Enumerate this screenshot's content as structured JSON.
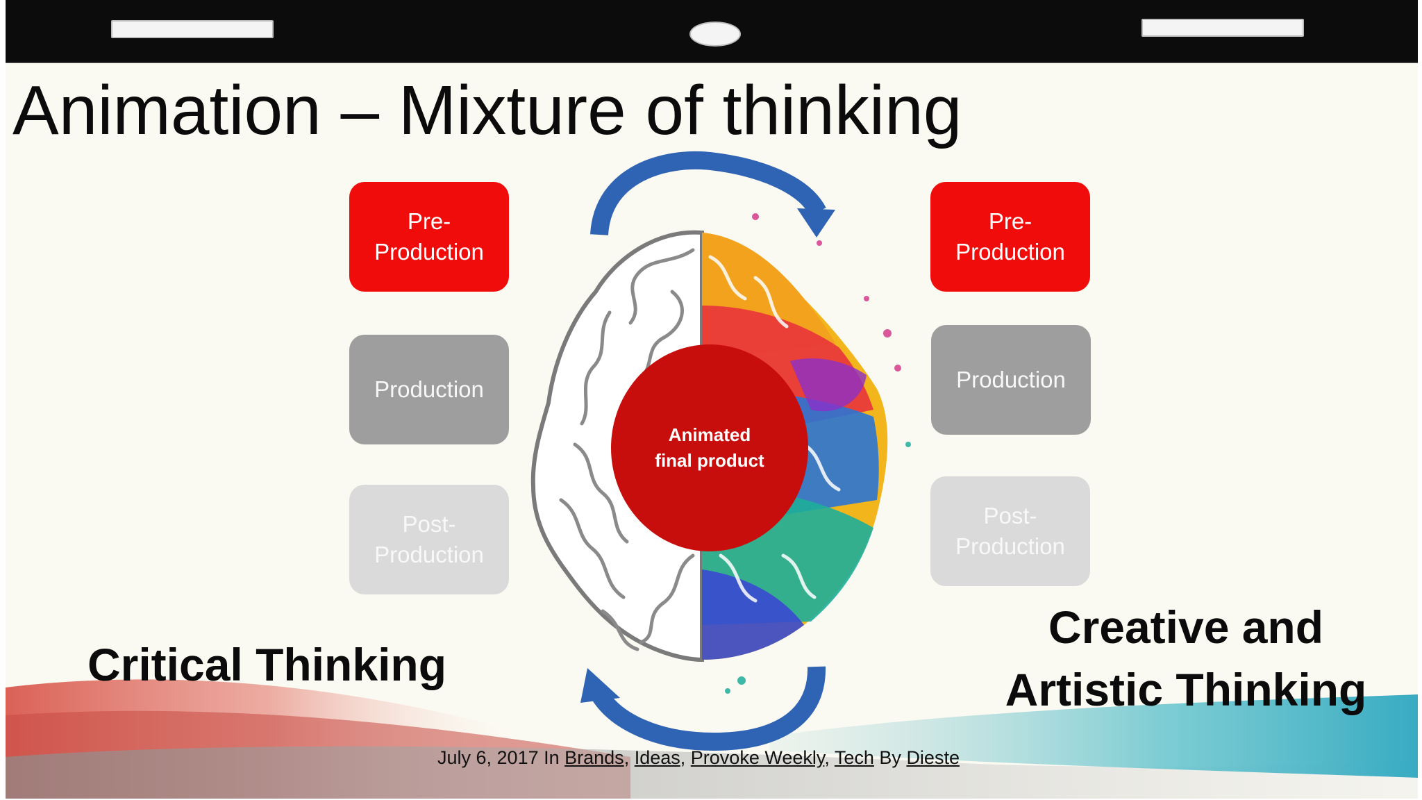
{
  "slide": {
    "title": "Animation – Mixture of thinking"
  },
  "left_column": [
    {
      "text": "Pre-\nProduction"
    },
    {
      "text": "Production"
    },
    {
      "text": "Post-\nProduction"
    }
  ],
  "right_column": [
    {
      "text": "Pre-\nProduction"
    },
    {
      "text": "Production"
    },
    {
      "text": "Post-\nProduction"
    }
  ],
  "center": {
    "text": "Animated\nfinal product"
  },
  "labels": {
    "left": "Critical Thinking",
    "right": "Creative and\nArtistic Thinking"
  },
  "caption": {
    "prefix": "July 6, 2017 In ",
    "links": [
      "Brands",
      "Ideas",
      "Provoke Weekly",
      "Tech"
    ],
    "by": " By ",
    "author": "Dieste"
  },
  "colors": {
    "box_red": "#f10c0c",
    "box_mid": "#9e9e9e",
    "box_light": "#dadada",
    "center": "#c80d0d",
    "arrow": "#2f63b4"
  },
  "icons": [
    "brain-icon",
    "cycle-arrow-icon"
  ]
}
